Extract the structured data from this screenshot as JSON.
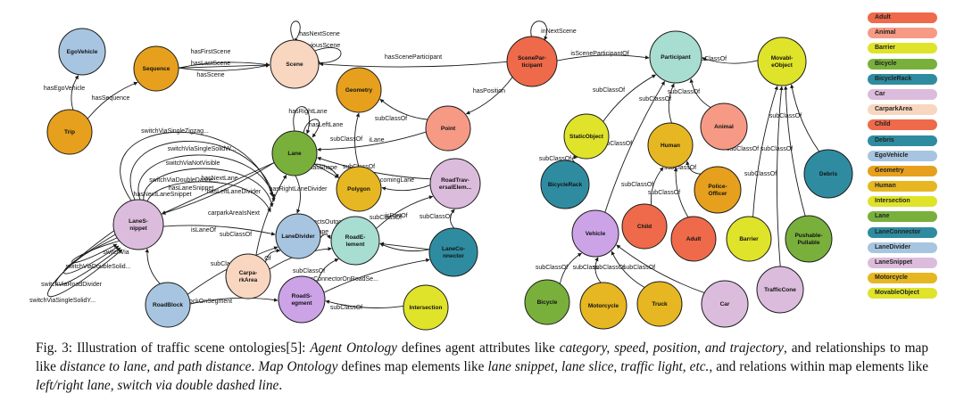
{
  "nodes": [
    {
      "id": "egovehicle",
      "label": [
        "EgoVehicle"
      ],
      "color": "#a7c5e0"
    },
    {
      "id": "sequence",
      "label": [
        "Sequence"
      ],
      "color": "#e6a01e"
    },
    {
      "id": "trip",
      "label": [
        "Trip"
      ],
      "color": "#e6a01e"
    },
    {
      "id": "scene",
      "label": [
        "Scene"
      ],
      "color": "#f9d6c0"
    },
    {
      "id": "sceneparticipant",
      "label": [
        "ScenePar-",
        "ticipant"
      ],
      "color": "#ee6a4a"
    },
    {
      "id": "participant",
      "label": [
        "Participant"
      ],
      "color": "#a8ddd1"
    },
    {
      "id": "movableobject",
      "label": [
        "Movabl-",
        "eObject"
      ],
      "color": "#dfe32a"
    },
    {
      "id": "geometry",
      "label": [
        "Geometry"
      ],
      "color": "#e6a01e"
    },
    {
      "id": "point",
      "label": [
        "Point"
      ],
      "color": "#f69a85"
    },
    {
      "id": "lane",
      "label": [
        "Lane"
      ],
      "color": "#79b03c"
    },
    {
      "id": "polygon",
      "label": [
        "Polygon"
      ],
      "color": "#e6b722"
    },
    {
      "id": "roadtraversal",
      "label": [
        "RoadTrav-",
        "ersalElem..."
      ],
      "color": "#dcbcdc"
    },
    {
      "id": "lanesnippet",
      "label": [
        "LaneS-",
        "nippet"
      ],
      "color": "#dcbcdc"
    },
    {
      "id": "lanedivider",
      "label": [
        "LaneDivider"
      ],
      "color": "#a7c5e0"
    },
    {
      "id": "roadelement",
      "label": [
        "RoadE-",
        "lement"
      ],
      "color": "#a8ddd1"
    },
    {
      "id": "laneconnector",
      "label": [
        "LaneCo-",
        "nnector"
      ],
      "color": "#2f8ca0"
    },
    {
      "id": "carparkarea",
      "label": [
        "Carpa-",
        "rkArea"
      ],
      "color": "#f9d6c0"
    },
    {
      "id": "roadblock",
      "label": [
        "RoadBlock"
      ],
      "color": "#a7c5e0"
    },
    {
      "id": "roadsegment",
      "label": [
        "RoadS-",
        "egment"
      ],
      "color": "#cba3e6"
    },
    {
      "id": "intersection",
      "label": [
        "Intersection"
      ],
      "color": "#dfe32a"
    },
    {
      "id": "staticobject",
      "label": [
        "StaticObject"
      ],
      "color": "#dfe32a"
    },
    {
      "id": "bicyclerack",
      "label": [
        "BicycleRack"
      ],
      "color": "#2f8ca0"
    },
    {
      "id": "human",
      "label": [
        "Human"
      ],
      "color": "#e6b722"
    },
    {
      "id": "animal",
      "label": [
        "Animal"
      ],
      "color": "#f69a85"
    },
    {
      "id": "policeofficer",
      "label": [
        "Police-",
        "Officer"
      ],
      "color": "#e6a01e"
    },
    {
      "id": "child",
      "label": [
        "Child"
      ],
      "color": "#ee6a4a"
    },
    {
      "id": "adult",
      "label": [
        "Adult"
      ],
      "color": "#ee6a4a"
    },
    {
      "id": "vehicle",
      "label": [
        "Vehicle"
      ],
      "color": "#cba3e6"
    },
    {
      "id": "bicycle",
      "label": [
        "Bicycle"
      ],
      "color": "#79b03c"
    },
    {
      "id": "motorcycle",
      "label": [
        "Motorcycle"
      ],
      "color": "#e6b722"
    },
    {
      "id": "truck",
      "label": [
        "Truck"
      ],
      "color": "#e6b722"
    },
    {
      "id": "car",
      "label": [
        "Car"
      ],
      "color": "#dcbcdc"
    },
    {
      "id": "barrier",
      "label": [
        "Barrier"
      ],
      "color": "#dfe32a"
    },
    {
      "id": "pushablepullable",
      "label": [
        "Pushable-",
        "Pullable"
      ],
      "color": "#79b03c"
    },
    {
      "id": "trafficcone",
      "label": [
        "TrafficCone"
      ],
      "color": "#dcbcdc"
    },
    {
      "id": "debris",
      "label": [
        "Debris"
      ],
      "color": "#2f8ca0"
    }
  ],
  "edges": [
    {
      "from": "trip",
      "to": "egovehicle",
      "label": "hasEgoVehicle"
    },
    {
      "from": "trip",
      "to": "sequence",
      "label": "hasSequence"
    },
    {
      "from": "sequence",
      "to": "scene",
      "label": "hasFirstScene"
    },
    {
      "from": "sequence",
      "to": "scene",
      "label": "hasLastScene"
    },
    {
      "from": "sequence",
      "to": "scene",
      "label": "hasScene"
    },
    {
      "from": "scene",
      "to": "scene",
      "label": "hasNextScene"
    },
    {
      "from": "scene",
      "to": "scene",
      "label": "hasPreviousScene"
    },
    {
      "from": "sceneparticipant",
      "to": "scene",
      "label": "hasSceneParticipant"
    },
    {
      "from": "sceneparticipant",
      "to": "sceneparticipant",
      "label": "inNextScene"
    },
    {
      "from": "sceneparticipant",
      "to": "participant",
      "label": "isSceneParticipantOf"
    },
    {
      "from": "sceneparticipant",
      "to": "point",
      "label": "hasPosition"
    },
    {
      "from": "point",
      "to": "geometry",
      "label": "subClassOf"
    },
    {
      "from": "point",
      "to": "lane",
      "label": "iLane"
    },
    {
      "from": "lane",
      "to": "lane",
      "label": "hasRightLane"
    },
    {
      "from": "lane",
      "to": "lane",
      "label": "hasLeftLane"
    },
    {
      "from": "lane",
      "to": "lanesnippet",
      "label": "hasNextLane"
    },
    {
      "from": "lane",
      "to": "lanesnippet",
      "label": "hasLaneSnippet"
    },
    {
      "from": "lane",
      "to": "polygon",
      "label": "laneHasShape"
    },
    {
      "from": "lane",
      "to": "lanedivider",
      "label": "hasLeftLaneDivider"
    },
    {
      "from": "lane",
      "to": "polygon",
      "label": "hasRightLaneDivider"
    },
    {
      "from": "lanesnippet",
      "to": "lanesnippet",
      "label": "switchViaSingleZigzag..."
    },
    {
      "from": "lanesnippet",
      "to": "lanesnippet",
      "label": "switchViaSingleSolidW..."
    },
    {
      "from": "lanesnippet",
      "to": "lanesnippet",
      "label": "switchViaNotVisible"
    },
    {
      "from": "lanesnippet",
      "to": "lanesnippet",
      "label": "switchViaDoubleDashe..."
    },
    {
      "from": "lanesnippet",
      "to": "lanesnippet",
      "label": "hasNextLaneSnippet"
    },
    {
      "from": "lanesnippet",
      "to": "lanesnippet",
      "label": "switchVia"
    },
    {
      "from": "lanesnippet",
      "to": "lanesnippet",
      "label": "switchViaDoubleSolid..."
    },
    {
      "from": "lanesnippet",
      "to": "lanesnippet",
      "label": "switchViaRoadDivider"
    },
    {
      "from": "lanesnippet",
      "to": "lanesnippet",
      "label": "switchViaSingleSolidY..."
    },
    {
      "from": "lanesnippet",
      "to": "lanedivider",
      "label": "isLaneOf"
    },
    {
      "from": "polygon",
      "to": "geometry",
      "label": "subClassOf"
    },
    {
      "from": "roadtraversal",
      "to": "polygon",
      "label": "subClassOf"
    },
    {
      "from": "roadtraversal",
      "to": "lane",
      "label": "comingLane"
    },
    {
      "from": "laneconnector",
      "to": "roadtraversal",
      "label": "subClassOf"
    },
    {
      "from": "laneconnector",
      "to": "roadelement",
      "label": "connectsOutgoingLane"
    },
    {
      "from": "laneconnector",
      "to": "roadelement",
      "label": "isPartOf"
    },
    {
      "from": "roadelement",
      "to": "roadtraversal",
      "label": "subClassOf"
    },
    {
      "from": "lanedivider",
      "to": "roadelement",
      "label": "Shape"
    },
    {
      "from": "carparkarea",
      "to": "lane",
      "label": "carparkAreaIsNext"
    },
    {
      "from": "carparkarea",
      "to": "roadelement",
      "label": "subClassOf"
    },
    {
      "from": "carparkarea",
      "to": "lanedivider",
      "label": "Of"
    },
    {
      "from": "roadblock",
      "to": "roadsegment",
      "label": "isRoadBlockOnSegment"
    },
    {
      "from": "roadblock",
      "to": "lanedivider",
      "label": "subClassOf"
    },
    {
      "from": "roadblock",
      "to": "lanesnippet",
      "label": ""
    },
    {
      "from": "roadsegment",
      "to": "roadelement",
      "label": "subClassOf"
    },
    {
      "from": "roadsegment",
      "to": "laneconnector",
      "label": "isConnectorOnRoadSe..."
    },
    {
      "from": "intersection",
      "to": "roadsegment",
      "label": "subClassOf"
    },
    {
      "from": "staticobject",
      "to": "participant",
      "label": "subClassOf"
    },
    {
      "from": "bicyclerack",
      "to": "staticobject",
      "label": "subClassOf"
    },
    {
      "from": "human",
      "to": "participant",
      "label": "subClassOf"
    },
    {
      "from": "animal",
      "to": "participant",
      "label": "subClassOf"
    },
    {
      "from": "movableobject",
      "to": "participant",
      "label": "subClassOf"
    },
    {
      "from": "child",
      "to": "human",
      "label": "subClassOf"
    },
    {
      "from": "adult",
      "to": "human",
      "label": "subClassOf"
    },
    {
      "from": "policeofficer",
      "to": "human",
      "label": "subClassOf"
    },
    {
      "from": "vehicle",
      "to": "participant",
      "label": "subClassOf"
    },
    {
      "from": "bicycle",
      "to": "vehicle",
      "label": "subClassOf"
    },
    {
      "from": "motorcycle",
      "to": "vehicle",
      "label": "subClass"
    },
    {
      "from": "truck",
      "to": "vehicle",
      "label": "subClassOf"
    },
    {
      "from": "car",
      "to": "vehicle",
      "label": "subClassOf"
    },
    {
      "from": "barrier",
      "to": "movableobject",
      "label": "subClassOf"
    },
    {
      "from": "pushablepullable",
      "to": "movableobject",
      "label": "subClassOf"
    },
    {
      "from": "trafficcone",
      "to": "movableobject",
      "label": "subClassOf"
    },
    {
      "from": "debris",
      "to": "movableobject",
      "label": "subClassOf"
    }
  ],
  "legend": [
    {
      "label": "Adult",
      "color": "#ee6a4a"
    },
    {
      "label": "Animal",
      "color": "#f69a85"
    },
    {
      "label": "Barrier",
      "color": "#dfe32a"
    },
    {
      "label": "Bicycle",
      "color": "#79b03c"
    },
    {
      "label": "BicycleRack",
      "color": "#2f8ca0"
    },
    {
      "label": "Car",
      "color": "#dcbcdc"
    },
    {
      "label": "CarparkArea",
      "color": "#f9d6c0"
    },
    {
      "label": "Child",
      "color": "#ee6a4a"
    },
    {
      "label": "Debris",
      "color": "#2f8ca0"
    },
    {
      "label": "EgoVehicle",
      "color": "#a7c5e0"
    },
    {
      "label": "Geometry",
      "color": "#e6a01e"
    },
    {
      "label": "Human",
      "color": "#e6b722"
    },
    {
      "label": "Intersection",
      "color": "#dfe32a"
    },
    {
      "label": "Lane",
      "color": "#79b03c"
    },
    {
      "label": "LaneConnector",
      "color": "#2f8ca0"
    },
    {
      "label": "LaneDivider",
      "color": "#a7c5e0"
    },
    {
      "label": "LaneSnippet",
      "color": "#dcbcdc"
    },
    {
      "label": "Motorcycle",
      "color": "#e6b722"
    },
    {
      "label": "MovableObject",
      "color": "#dfe32a"
    }
  ],
  "caption": {
    "c1": "Fig. 3: Illustration of traffic scene ontologies[5]: ",
    "c2": "Agent Ontology",
    "c3": " defines agent attributes like ",
    "c4": "category, speed, position, and trajectory",
    "c5": ", and relationships to map like ",
    "c6": "distance to lane, and path distance",
    "c7": ". ",
    "c8": "Map Ontology",
    "c9": " defines map elements like ",
    "c10": "lane snippet, lane slice, traffic light, etc.",
    "c11": ", and relations within map elements like ",
    "c12": "left/right lane, switch via double dashed line",
    "c13": "."
  }
}
